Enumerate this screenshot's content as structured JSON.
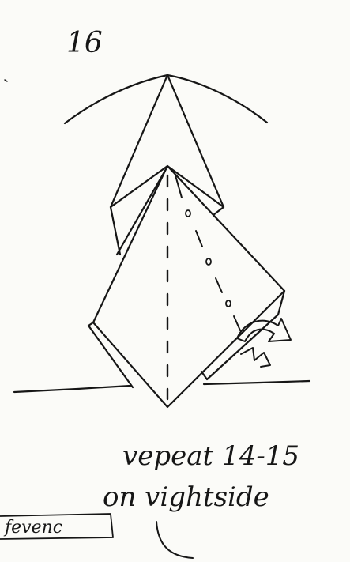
{
  "step_number": "16",
  "caption_line1": "vepeat 14-15",
  "caption_line2": "on vightside",
  "reference_tag": "fevenc"
}
